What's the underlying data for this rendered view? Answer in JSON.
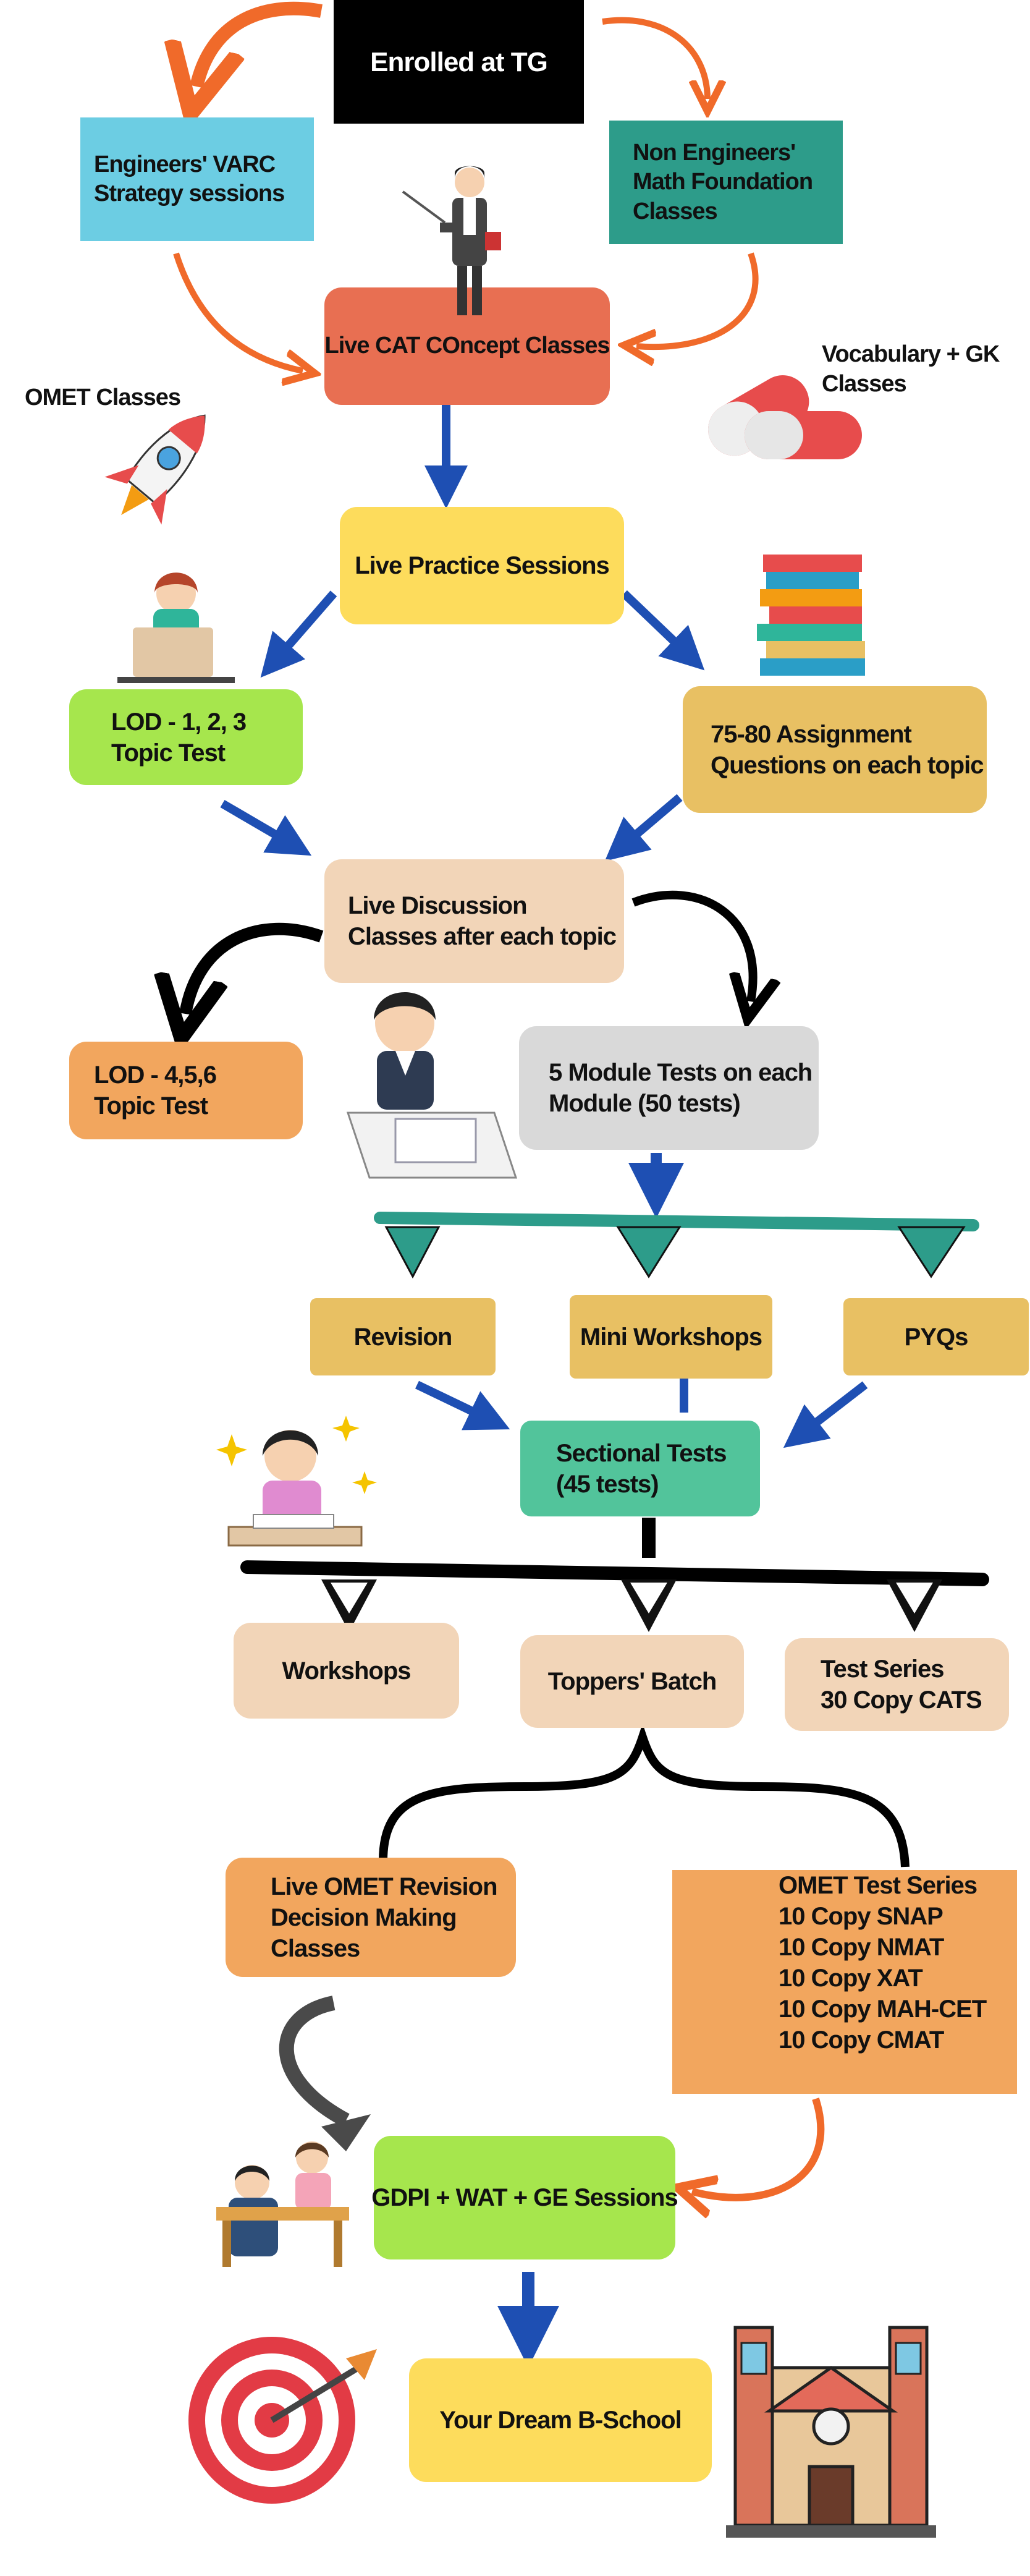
{
  "colors": {
    "black": "#000000",
    "sky": "#6ccde3",
    "teal": "#2d9c8a",
    "coral": "#e86f52",
    "yellow": "#fddc5c",
    "lime": "#a6e64d",
    "sand": "#e8c063",
    "peach": "#f2d5b8",
    "orange": "#f2a65e",
    "grey": "#d9d9d9",
    "mint": "#52c49b",
    "arrow_orange": "#f06a2a",
    "arrow_blue": "#1e4fb3",
    "arrow_black": "#000000",
    "arrow_grey": "#4a4a4a"
  },
  "flow": {
    "enrolled": "Enrolled at TG",
    "varc": [
      "Engineers' VARC",
      "Strategy sessions"
    ],
    "math": [
      "Non Engineers'",
      "Math Foundation",
      "Classes"
    ],
    "concept": "Live CAT COncept Classes",
    "vocab": [
      "Vocabulary + GK",
      "Classes"
    ],
    "omet": "OMET Classes",
    "practice": "Live Practice Sessions",
    "lod123": [
      "LOD - 1, 2, 3",
      "Topic Test"
    ],
    "assign": [
      "75-80 Assignment",
      "Questions on each topic"
    ],
    "discussion": [
      "Live Discussion",
      "Classes after each topic"
    ],
    "lod456": [
      "LOD - 4,5,6",
      "Topic Test"
    ],
    "module": [
      "5 Module Tests on each",
      "Module (50 tests)"
    ],
    "revision": "Revision",
    "mini": "Mini Workshops",
    "pyqs": "PYQs",
    "sectional": [
      "Sectional Tests",
      "(45 tests)"
    ],
    "workshops": "Workshops",
    "toppers": "Toppers' Batch",
    "test_series": [
      "Test Series",
      "30 Copy CATS"
    ],
    "omet_revision": [
      "Live OMET Revision",
      "Decision Making",
      "Classes"
    ],
    "omet_series": [
      "OMET Test Series",
      "10 Copy SNAP",
      "10 Copy NMAT",
      "10 Copy XAT",
      "10 Copy MAH-CET",
      "10 Copy CMAT"
    ],
    "gdpi": "GDPI  + WAT + GE Sessions",
    "dream": "Your Dream B-School"
  },
  "icons": [
    "teacher-icon",
    "pills-icon",
    "rocket-icon",
    "student-laptop-icon",
    "books-stack-icon",
    "student-exam-icon",
    "girl-studying-icon",
    "interview-icon",
    "target-icon",
    "school-building-icon"
  ]
}
